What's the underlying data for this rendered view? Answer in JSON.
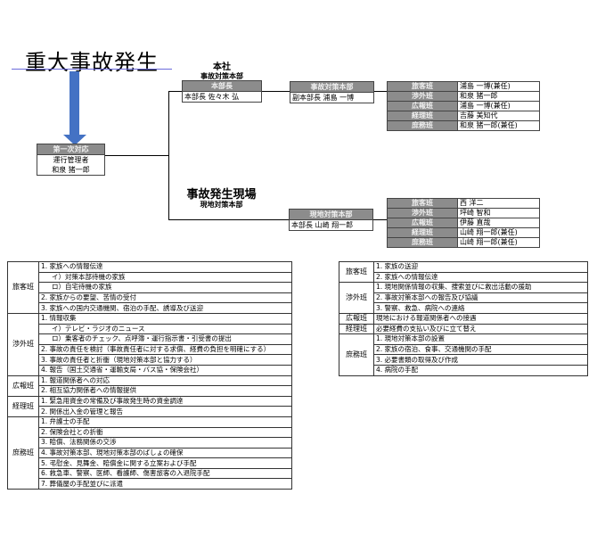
{
  "title": "重大事故発生",
  "first_response": {
    "header": "第一次対応",
    "role": "運行管理者",
    "name": "和泉 猪一郎"
  },
  "hq": {
    "label_top": "本社",
    "label_sub": "事故対策本部",
    "chief": {
      "header": "本部長",
      "value": "本部長 佐々木 弘"
    },
    "deputy": {
      "header": "事故対策本部",
      "value": "副本部長 浦島 一博"
    },
    "teams": [
      {
        "name": "旅客班",
        "member": "浦島 一博(兼任)"
      },
      {
        "name": "渉外班",
        "member": "和泉 猪一郎"
      },
      {
        "name": "広報班",
        "member": "浦島 一博(兼任)"
      },
      {
        "name": "経理班",
        "member": "吉藤 美知代"
      },
      {
        "name": "庶務班",
        "member": "和泉 猪一郎(兼任)"
      }
    ]
  },
  "site": {
    "label_top": "事故発生現場",
    "label_sub": "現地対策本部",
    "chief": {
      "header": "現地対策本部",
      "value": "本部長 山崎 翔一郎"
    },
    "teams": [
      {
        "name": "旅客班",
        "member": "西 洋二"
      },
      {
        "name": "渉外班",
        "member": "坪崎 智和"
      },
      {
        "name": "広報班",
        "member": "伊藤 直哉"
      },
      {
        "name": "経理班",
        "member": "山崎 翔一郎(兼任)"
      },
      {
        "name": "庶務班",
        "member": "山崎 翔一郎(兼任)"
      }
    ]
  },
  "hq_duties": [
    {
      "group": "旅客班",
      "items": [
        "1. 家族への情報伝達",
        "イ）対策本部待機の家族",
        "ロ）自宅待機の家族",
        "2. 家族からの要望、苦情の受付",
        "3. 家族への国内交通機関、宿泊の手配、誘導及び送迎"
      ]
    },
    {
      "group": "渉外班",
      "items": [
        "1. 情報収集",
        "イ）テレビ・ラジオのニュース",
        "ロ）乗客者のチェック、点呼簿・運行指示書・引受書の提出",
        "2. 事故の責任を検討（事故責任者に対する求償、経費の負担を明確にする）",
        "3. 事故の責任者と折衝（現地対策本部と協力する）",
        "4. 報告（国土交通省・運輸支局・バス協・保険会社）"
      ]
    },
    {
      "group": "広報班",
      "items": [
        "1. 報道関係者への対応",
        "2. 相互協力関係者への情報提供"
      ]
    },
    {
      "group": "経理班",
      "items": [
        "1. 緊急用資金の常備及び事故発生時の資金調達",
        "2. 関係出入金の管理と報告"
      ]
    },
    {
      "group": "庶務班",
      "items": [
        "1. 弁護士の手配",
        "2. 保険会社との折衝",
        "3. 賠償、法務関係の交渉",
        "4. 事故対策本部、現地対策本部のばしょの確保",
        "5. 弔慰金、見舞金、賠償金に関する立案および手配",
        "6. 救急車、警察、医師、看護師、傷害旅客の入退院手配",
        "7. 葬儀屋の手配並びに派遣"
      ]
    }
  ],
  "site_duties": [
    {
      "group": "旅客班",
      "items": [
        "1. 家族の送迎",
        "2. 家族への情報伝達"
      ]
    },
    {
      "group": "渉外班",
      "items": [
        "1. 現地関係情報の収集、捜索並びに救出活動の援助",
        "2. 事故対策本部への報告及び協議",
        "3. 警察、救急、病院への連絡"
      ]
    },
    {
      "group": "広報班",
      "items": [
        "現地における報道関係者への接遇"
      ]
    },
    {
      "group": "経理班",
      "items": [
        "必要経費の支払い及びに立て替え"
      ]
    },
    {
      "group": "庶務班",
      "items": [
        "1. 現地対策本部の設置",
        "2. 家族の宿泊、食事、交通機関の手配",
        "3. 必要書類の取得及び作成",
        "4. 病院の手配"
      ]
    }
  ]
}
